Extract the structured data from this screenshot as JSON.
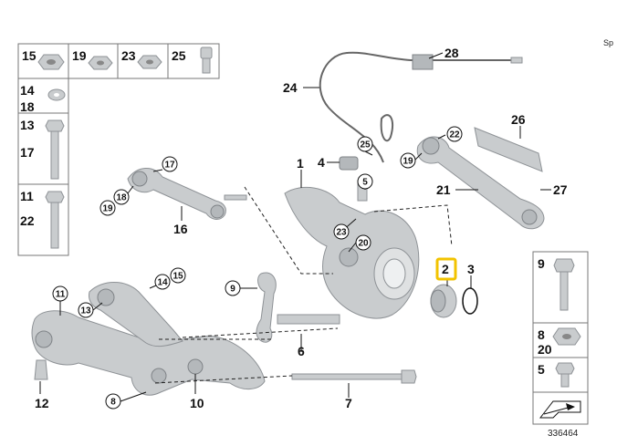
{
  "header": {
    "cutoff_label": "Sp"
  },
  "reference_number": "336464",
  "legend_left": {
    "top_row": [
      "15",
      "19",
      "23",
      "25"
    ],
    "rows": [
      {
        "top": "14",
        "bottom": "18"
      },
      {
        "top": "13",
        "bottom": "17"
      },
      {
        "top": "11",
        "bottom": "22"
      }
    ]
  },
  "legend_right": {
    "rows": [
      {
        "top": "9",
        "bottom": ""
      },
      {
        "top": "8",
        "bottom": "20"
      },
      {
        "top": "5",
        "bottom": ""
      }
    ]
  },
  "callouts_plain": [
    "1",
    "2",
    "3",
    "4",
    "6",
    "7",
    "10",
    "12",
    "16",
    "21",
    "24",
    "26",
    "27",
    "28"
  ],
  "callouts_circled": [
    "5",
    "8",
    "9",
    "11",
    "13",
    "14",
    "15",
    "17",
    "18",
    "19",
    "19",
    "20",
    "22",
    "23",
    "25"
  ],
  "highlighted_part": "2",
  "colors": {
    "highlight": "#f2c300",
    "part_fill": "#c9ccce",
    "line": "#111111"
  }
}
